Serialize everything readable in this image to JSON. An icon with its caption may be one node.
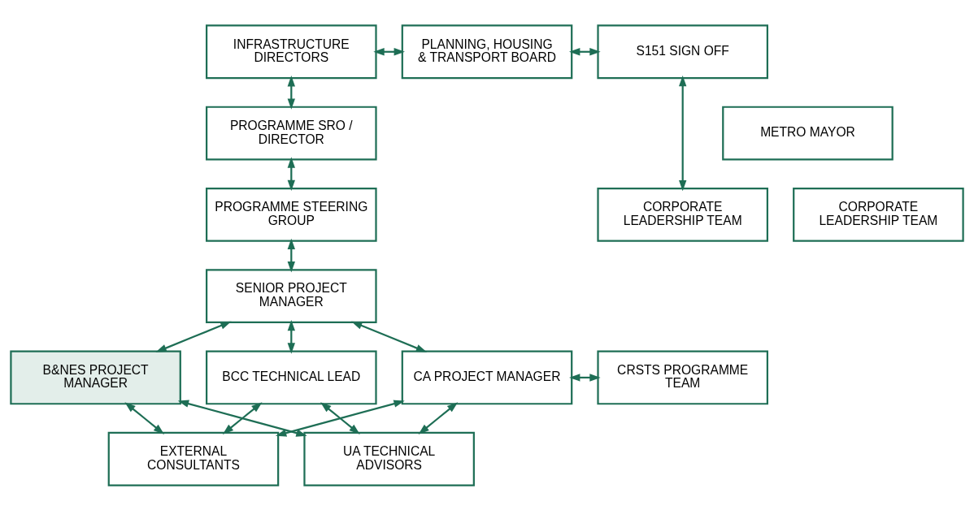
{
  "diagram": {
    "nodes": [
      {
        "text": [
          "INFRASTRUCTURE DIRECTORS"
        ]
      },
      {
        "text": [
          "PLANNING, HOUSING & TRANSPORT BOARD"
        ]
      },
      {
        "text": [
          "S151 SIGN OFF"
        ]
      },
      {
        "text": [
          "PROGRAMME SRO / DIRECTOR"
        ]
      },
      {
        "text": [
          "METRO MAYOR"
        ]
      },
      {
        "text": [
          "PROGRAMME STEERING GROUP"
        ]
      },
      {
        "text": [
          "CORPORATE LEADERSHIP TEAM"
        ]
      },
      {
        "text": [
          "CORPORATE LEADERSHIP TEAM"
        ]
      },
      {
        "text": [
          "SENIOR PROJECT MANAGER"
        ]
      },
      {
        "text": [
          "B&NES PROJECT MANAGER"
        ]
      },
      {
        "text": [
          "BCC TECHNICAL LEAD"
        ]
      },
      {
        "text": [
          "CA PROJECT MANAGER"
        ]
      },
      {
        "text": [
          "CRSTS PROGRAMME TEAM"
        ]
      },
      {
        "text": [
          "EXTERNAL CONSULTANTS"
        ]
      },
      {
        "text": [
          "UA TECHNICAL ADVISORS"
        ]
      }
    ],
    "edges": [
      {
        "from": 0,
        "to": 1,
        "arrow": "both"
      },
      {
        "from": 1,
        "to": 2,
        "arrow": "both"
      },
      {
        "from": 0,
        "to": 3,
        "arrow": "both"
      },
      {
        "from": 2,
        "to": 7,
        "arrow": "both"
      },
      {
        "from": 3,
        "to": 5,
        "arrow": "both"
      },
      {
        "from": 5,
        "to": 8,
        "arrow": "both"
      },
      {
        "from": 8,
        "to": 9,
        "arrow": "both"
      },
      {
        "from": 8,
        "to": 10,
        "arrow": "both"
      },
      {
        "from": 8,
        "to": 11,
        "arrow": "both"
      },
      {
        "from": 11,
        "to": 12,
        "arrow": "both"
      },
      {
        "from": 9,
        "to": 13,
        "arrow": "both"
      },
      {
        "from": 9,
        "to": 14,
        "arrow": "both"
      },
      {
        "from": 10,
        "to": 13,
        "arrow": "both"
      },
      {
        "from": 10,
        "to": 14,
        "arrow": "both"
      },
      {
        "from": 11,
        "to": 13,
        "arrow": "both"
      },
      {
        "from": 11,
        "to": 14,
        "arrow": "both"
      }
    ]
  }
}
